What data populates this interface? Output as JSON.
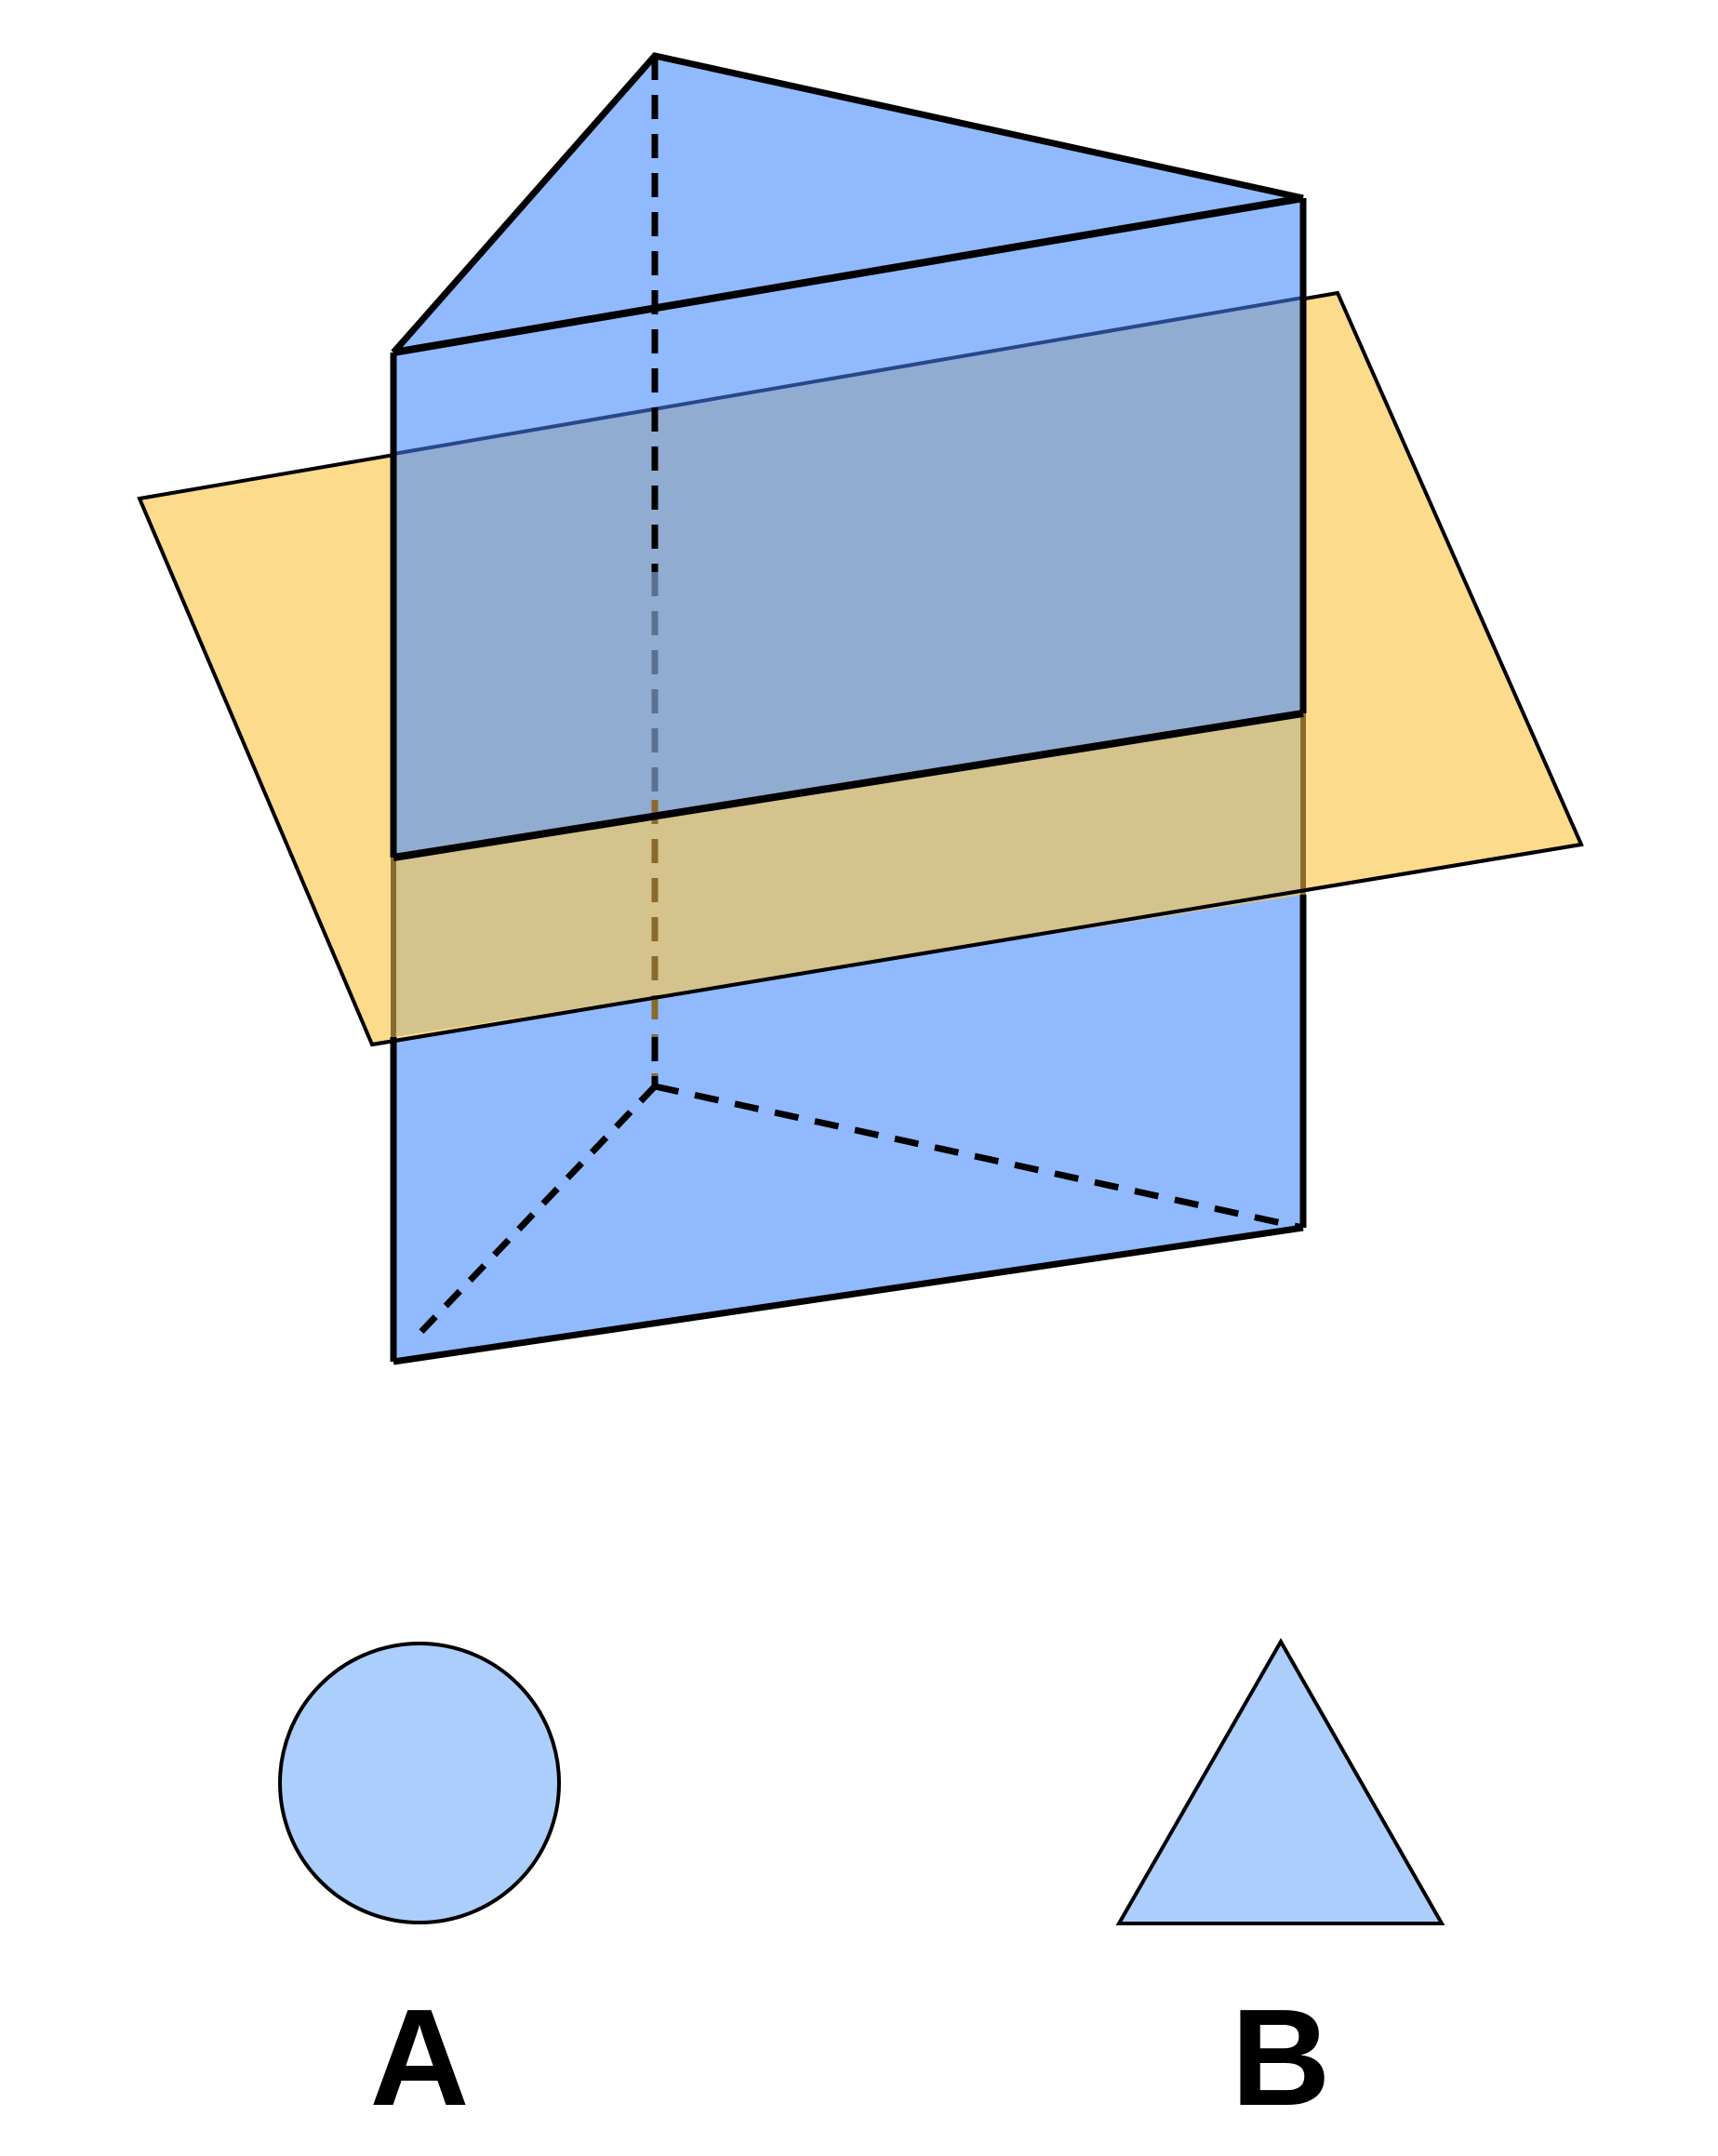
{
  "colors": {
    "prism_fill": "#91b9fd",
    "plane_fill": "#fddb8c",
    "overlap_fill": "#90acd0",
    "lower_overlap_fill": "#d4c38c",
    "option_fill": "#abcefd",
    "stroke": "#000000",
    "background": "#ffffff"
  },
  "options": [
    {
      "label": "A",
      "shape": "circle"
    },
    {
      "label": "B",
      "shape": "triangle"
    }
  ]
}
